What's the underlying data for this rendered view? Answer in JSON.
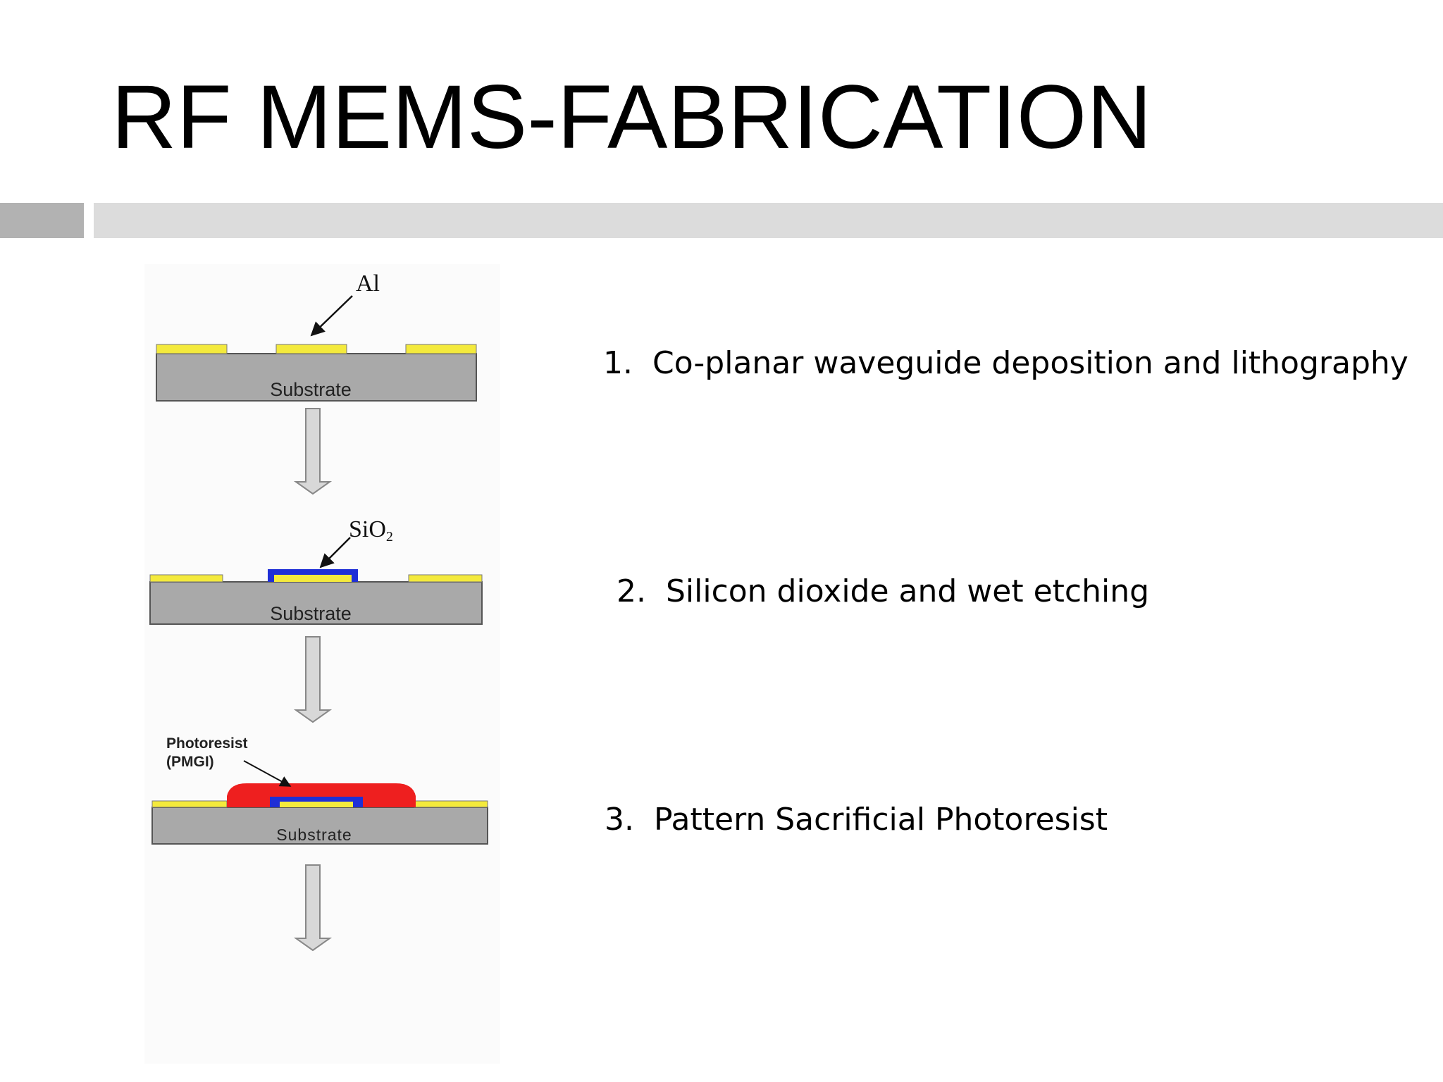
{
  "title": "RF MEMS-FABRICATION",
  "steps": [
    {
      "number": "1.",
      "text": "Co-planar waveguide deposition and lithography"
    },
    {
      "number": "2.",
      "text": "Silicon dioxide and wet etching"
    },
    {
      "number": "3.",
      "text": "Pattern Sacrificial Photoresist"
    }
  ],
  "diagram_labels": {
    "al": "Al",
    "sio2_main": "SiO",
    "sio2_sub": "2",
    "photoresist_line1": "Photoresist",
    "photoresist_line2": "(PMGI)",
    "substrate": "Substrate"
  },
  "colors": {
    "metal": "#f4ea3c",
    "oxide": "#1f2fd6",
    "photoresist": "#ee1f1f",
    "substrate": "#a9a9a9",
    "arrow": "#d8d8d8",
    "accent_bar_dark": "#b2b2b2",
    "accent_bar_light": "#dcdcdc"
  }
}
